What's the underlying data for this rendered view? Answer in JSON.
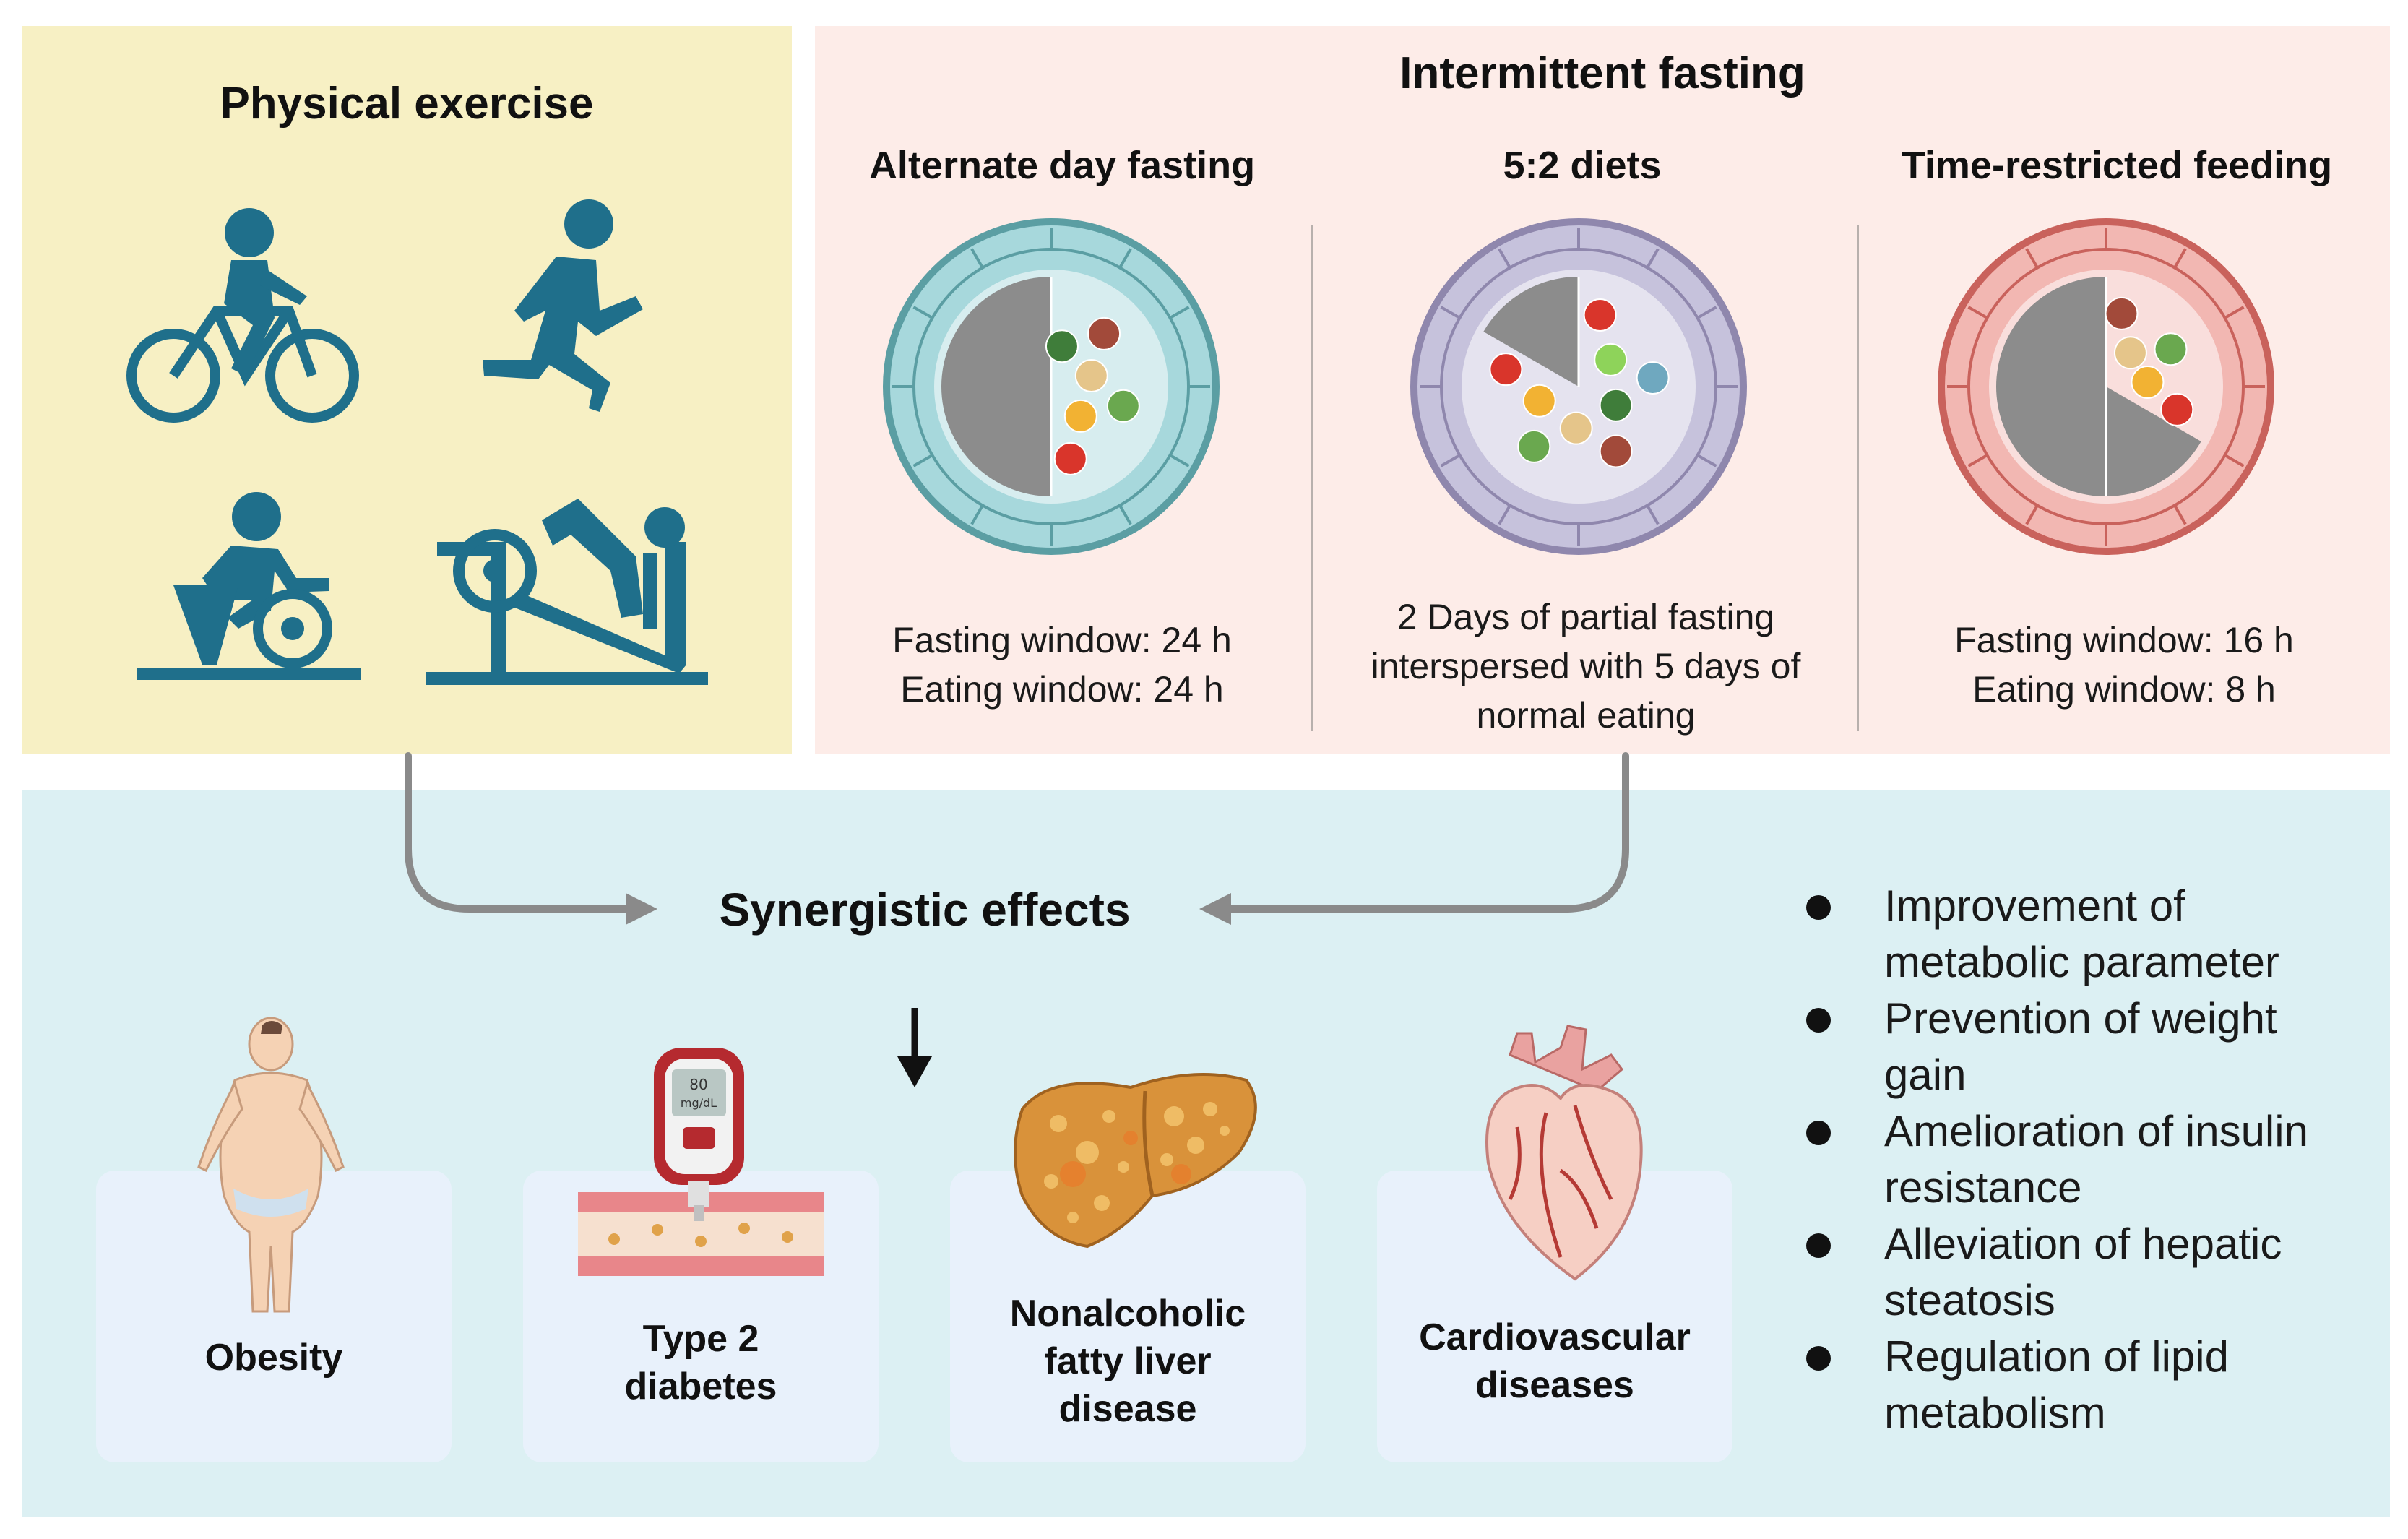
{
  "exercise": {
    "title": "Physical exercise",
    "icons": [
      "cycling-icon",
      "running-icon",
      "stationary-bike-icon",
      "leg-press-icon"
    ],
    "icon_color": "#1f6f8b"
  },
  "fasting": {
    "title": "Intermittent fasting",
    "methods": [
      {
        "title": "Alternate day fasting",
        "lines": [
          "Fasting window: 24 h",
          "Eating window: 24 h"
        ],
        "fasting_fraction": 0.5,
        "plate_color": "#a7d8dc"
      },
      {
        "title": "5:2 diets",
        "lines": [
          "2 Days of partial fasting",
          "interspersed with 5 days of",
          "normal eating"
        ],
        "fasting_fraction": 0.1667,
        "plate_color": "#c6c2dc"
      },
      {
        "title": "Time-restricted feeding",
        "lines": [
          "Fasting window: 16 h",
          "Eating window: 8 h"
        ],
        "fasting_fraction": 0.6667,
        "plate_color": "#f2b7b2"
      }
    ]
  },
  "effects": {
    "title": "Synergistic effects",
    "diseases": [
      {
        "label_lines": [
          "Obesity"
        ],
        "icon": "obese-person-icon"
      },
      {
        "label_lines": [
          "Type 2",
          "diabetes"
        ],
        "icon": "glucose-meter-icon",
        "meter_reading": [
          "80",
          "mg/dL"
        ]
      },
      {
        "label_lines": [
          "Nonalcoholic",
          "fatty liver",
          "disease"
        ],
        "icon": "fatty-liver-icon"
      },
      {
        "label_lines": [
          "Cardiovascular",
          "diseases"
        ],
        "icon": "heart-icon"
      }
    ],
    "bullets": [
      [
        "Improvement of",
        "metabolic parameter"
      ],
      [
        "Prevention of weight",
        "gain"
      ],
      [
        "Amelioration of insulin",
        "resistance"
      ],
      [
        "Alleviation of hepatic",
        "steatosis"
      ],
      [
        "Regulation of lipid",
        "metabolism"
      ]
    ],
    "arrow_color": "#8a8a8a"
  }
}
